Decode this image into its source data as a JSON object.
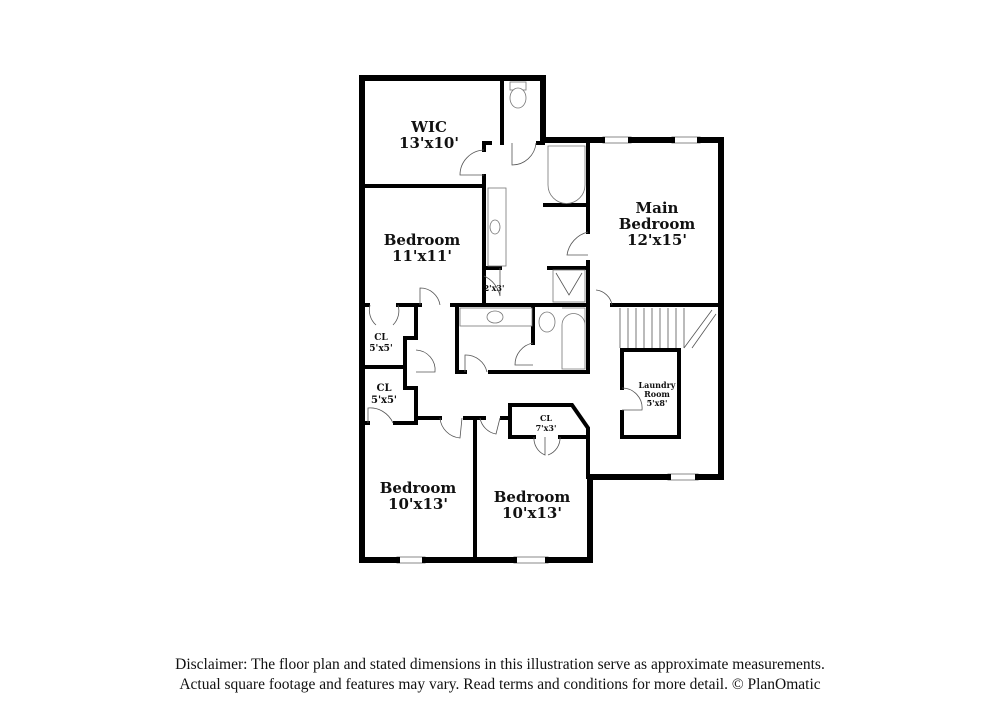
{
  "rooms": {
    "wic": {
      "name": "WIC",
      "size": "13'x10'"
    },
    "bedroom_nw": {
      "name": "Bedroom",
      "size": "11'x11'"
    },
    "main_bedroom": {
      "name1": "Main",
      "name2": "Bedroom",
      "size": "12'x15'"
    },
    "linen_closet": {
      "size": "2'x3'"
    },
    "cl_upper": {
      "name": "CL",
      "size": "5'x5'"
    },
    "cl_lower": {
      "name": "CL",
      "size": "5'x5'"
    },
    "cl_middle": {
      "name": "CL",
      "size": "7'x3'"
    },
    "laundry": {
      "name1": "Laundry",
      "name2": "Room",
      "size": "5'x8'"
    },
    "bedroom_sw": {
      "name": "Bedroom",
      "size": "10'x13'"
    },
    "bedroom_s": {
      "name": "Bedroom",
      "size": "10'x13'"
    }
  },
  "disclaimer": {
    "line1": "Disclaimer: The floor plan and stated dimensions in this illustration serve as approximate measurements.",
    "line2": "Actual square footage and features may vary. Read terms and conditions for more detail. © PlanOmatic"
  }
}
